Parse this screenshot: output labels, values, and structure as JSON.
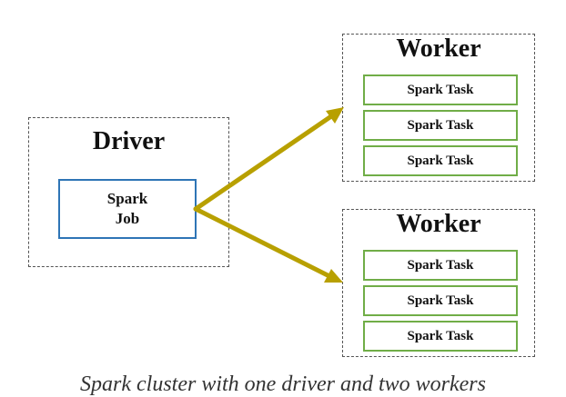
{
  "diagram": {
    "driver": {
      "title": "Driver",
      "job": {
        "line1": "Spark",
        "line2": "Job"
      }
    },
    "workers": [
      {
        "title": "Worker",
        "tasks": [
          "Spark Task",
          "Spark Task",
          "Spark Task"
        ]
      },
      {
        "title": "Worker",
        "tasks": [
          "Spark Task",
          "Spark Task",
          "Spark Task"
        ]
      }
    ],
    "caption": "Spark cluster with one driver and two workers"
  },
  "colors": {
    "arrow": "#b8a000",
    "job_border": "#2e75b6",
    "task_border": "#70ad47",
    "dashed_border": "#555555"
  }
}
